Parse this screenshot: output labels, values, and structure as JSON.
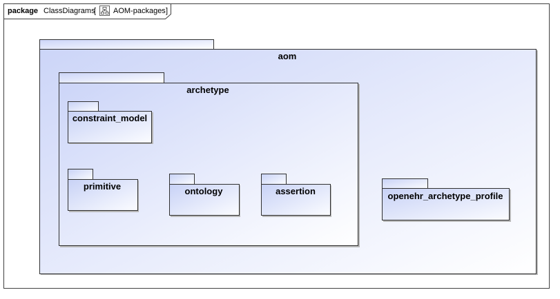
{
  "frame": {
    "keyword": "package",
    "name": "ClassDiagrams",
    "diagram_name": "AOM-packages",
    "bracket_open": "[",
    "bracket_close": "]",
    "icon": "class-diagram-icon"
  },
  "packages": {
    "aom": "aom",
    "archetype": "archetype",
    "constraint_model": "constraint_model",
    "primitive": "primitive",
    "ontology": "ontology",
    "assertion": "assertion",
    "openehr_archetype_profile": "openehr_archetype_profile"
  },
  "colors": {
    "package_fill_start": "#ccd5f8",
    "package_fill_end": "#ffffff",
    "stroke": "#303030",
    "shadow": "#c0c0c0"
  }
}
